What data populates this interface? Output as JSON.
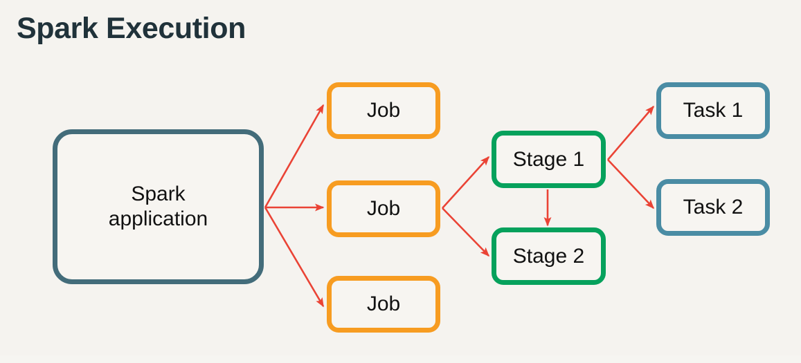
{
  "slide": {
    "title": "Spark Execution",
    "background_color": "#f5f3ef",
    "title_color": "#20323a"
  },
  "palette": {
    "arrow": "#ea4335",
    "spark_application_border": "#436c7a",
    "job_border": "#f79c21",
    "stage_border": "#06a15c",
    "task_border": "#4a8ca4",
    "node_fill": "#f7f5f1",
    "node_text": "#111111"
  },
  "nodes": {
    "spark_application": {
      "label": "Spark\napplication"
    },
    "jobs": [
      {
        "label": "Job"
      },
      {
        "label": "Job"
      },
      {
        "label": "Job"
      }
    ],
    "stages": [
      {
        "label": "Stage 1"
      },
      {
        "label": "Stage 2"
      }
    ],
    "tasks": [
      {
        "label": "Task 1"
      },
      {
        "label": "Task 2"
      }
    ]
  },
  "connections": [
    {
      "from": "spark_application",
      "to": "job_1"
    },
    {
      "from": "spark_application",
      "to": "job_2"
    },
    {
      "from": "spark_application",
      "to": "job_3"
    },
    {
      "from": "job_2",
      "to": "stage_1"
    },
    {
      "from": "job_2",
      "to": "stage_2"
    },
    {
      "from": "stage_1",
      "to": "stage_2"
    },
    {
      "from": "stage_1",
      "to": "task_1"
    },
    {
      "from": "stage_1",
      "to": "task_2"
    }
  ]
}
